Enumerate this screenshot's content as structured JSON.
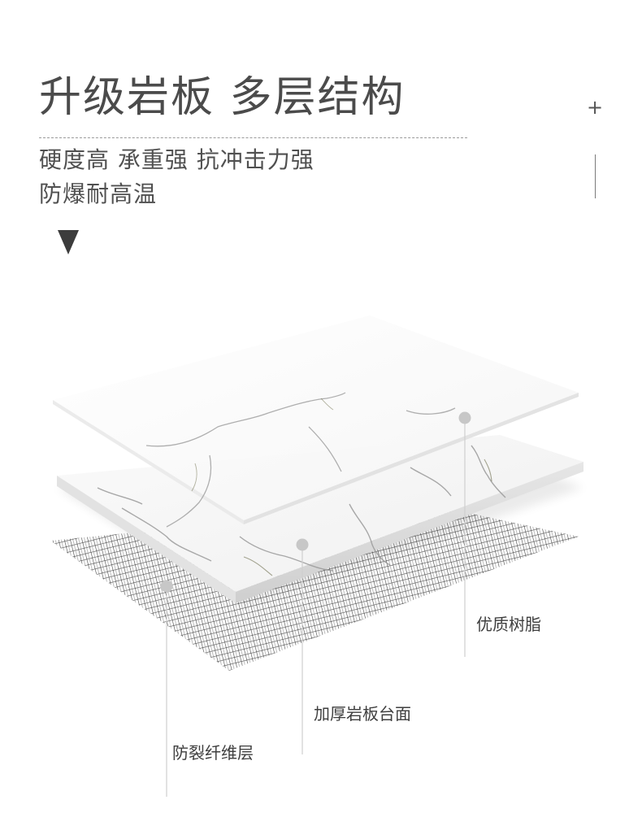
{
  "title": "升级岩板 多层结构",
  "corner_symbol": "+",
  "features": {
    "line1": "硬度高 承重强 抗冲击力强",
    "line2": "防爆耐高温"
  },
  "layers": [
    {
      "name": "优质树脂"
    },
    {
      "name": "加厚岩板台面"
    },
    {
      "name": "防裂纤维层"
    }
  ],
  "colors": {
    "title_text": "#4b4b4b",
    "marker": "#c7c7c7",
    "leader_line": "#cfcfcf",
    "marble_vein": "#9a9a9a",
    "mesh": "#4a4a4a"
  }
}
